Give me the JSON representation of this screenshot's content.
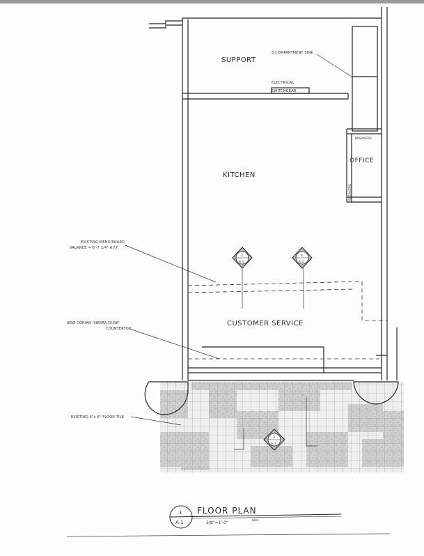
{
  "rooms": {
    "support": "SUPPORT",
    "kitchen": "KITCHEN",
    "office": "OFFICE",
    "customer_service": "CUSTOMER SERVICE"
  },
  "notes": {
    "sink": "3 COMPARTMENT SINK",
    "electrical_1": "ELECTRICAL",
    "electrical_2": "SWITCHGEAR",
    "breakers_1": "BREAKERS",
    "breakers_2": "BREAKERS",
    "menu_board_1": "EXISTING MENU BOARD",
    "menu_board_2": "VALANCE = 6'-7 1/4\" A.F.F.",
    "countertop_1": "NEW CORIAN 'SIERRA DUSK'",
    "countertop_2": "COUNTERTOP.",
    "floor_tile": "EXISTING 6\"x 6\" FLOOR TILE"
  },
  "markers": [
    {
      "num": "2",
      "sheet": "A-1"
    },
    {
      "num": "4",
      "sheet": "A-1"
    },
    {
      "num": "3",
      "sheet": "A-1"
    }
  ],
  "title_block": {
    "number": "1",
    "sheet": "A-1",
    "title": "FLOOR PLAN",
    "scale": "3/8\"=1'-0\"",
    "extra": "(HH)"
  }
}
